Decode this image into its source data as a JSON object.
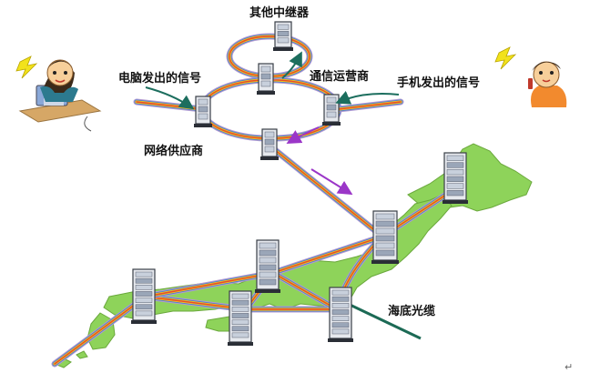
{
  "labels": {
    "other_repeaters": "其他中继器",
    "pc_signal": "电脑发出的信号",
    "telecom_operator": "通信运营商",
    "phone_signal": "手机发出的信号",
    "network_provider": "网络供应商",
    "submarine_cable": "海底光缆"
  },
  "return_mark": "↵",
  "colors": {
    "land": "#8ed35a",
    "land_edge": "#6aa83c",
    "fiber_outer": "#b49bd0",
    "fiber_red": "#e64a2e",
    "fiber_yellow": "#f2c21b",
    "fiber_blue": "#4c7fd0",
    "arrow_purple": "#9b36c8",
    "arrow_teal": "#1c6e5e",
    "cable_dark": "#1c6a55"
  },
  "icons": [
    "person-laptop-icon",
    "person-phone-icon",
    "lightning-icon",
    "repeater-icon"
  ]
}
